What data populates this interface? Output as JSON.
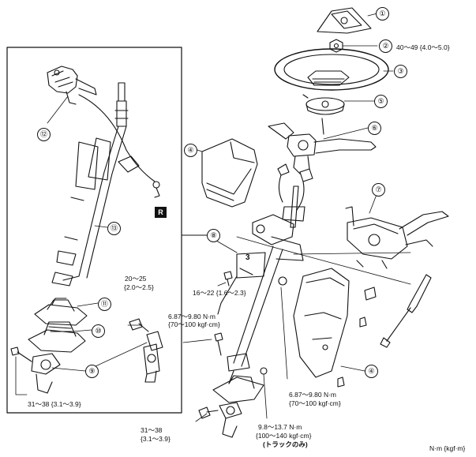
{
  "callouts": {
    "c1": "①",
    "c2": "②",
    "c3": "③",
    "c4a": "④",
    "c4b": "④",
    "c5": "⑤",
    "c6": "⑥",
    "c7": "⑦",
    "c8": "⑧",
    "c9": "⑨",
    "c10": "⑩",
    "c11": "⑪",
    "c12": "⑫",
    "c13": "⑬"
  },
  "torque_specs": {
    "t_nut": "40～49 {4.0～5.0}",
    "t_top_a": "20～25",
    "t_top_b": "{2.0～2.5}",
    "t_mid": "16～22 {1.6～2.3}",
    "t_left_a": "6.87～9.80 N·m",
    "t_left_b": "{70～100 kgf·cm}",
    "t_right_a": "6.87～9.80 N·m",
    "t_right_b": "{70～100 kgf·cm}",
    "t_box": "31～38 {3.1～3.9}",
    "t_bot_a": "31～38",
    "t_bot_b": "{3.1～3.9}",
    "t_truck_a": "9.8～13.7 N·m",
    "t_truck_b": "{100～140 kgf·cm}",
    "t_truck_c": "(トラックのみ)"
  },
  "units": "N·m {kgf·m}",
  "inset_marker": "R",
  "bracket_mark": "3",
  "colors": {
    "ink": "#111111",
    "paper": "#ffffff"
  }
}
